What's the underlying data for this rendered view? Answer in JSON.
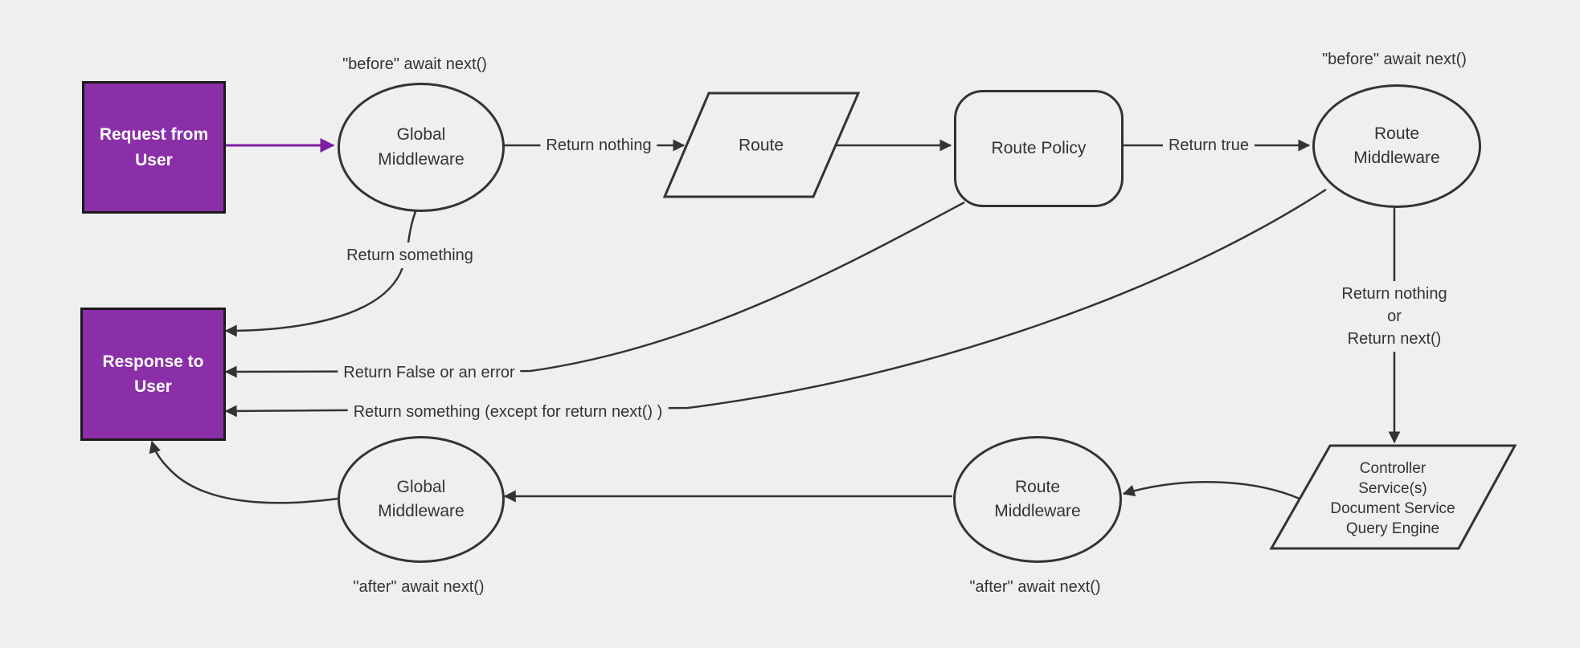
{
  "colors": {
    "background": "#efefef",
    "node_fill": "#efefef",
    "stroke": "#333333",
    "arrow": "#333333",
    "purple_arrow": "#7d21a1",
    "box_fill": "#8b2fa8",
    "box_border": "#1a1a1a",
    "box_text": "#ffffff",
    "label_text": "#333333"
  },
  "nodes": {
    "request": "Request from\nUser",
    "response": "Response to\nUser",
    "global_middleware_top": "Global\nMiddleware",
    "route": "Route",
    "route_policy": "Route Policy",
    "route_middleware_top": "Route\nMiddleware",
    "controller": "Controller\nService(s)\nDocument Service\nQuery Engine",
    "route_middleware_bottom": "Route\nMiddleware",
    "global_middleware_bottom": "Global\nMiddleware"
  },
  "edge_labels": {
    "before_left": "\"before\" await next()",
    "before_right": "\"before\" await next()",
    "return_nothing": "Return nothing",
    "return_true": "Return true",
    "return_something": "Return something",
    "return_false": "Return False or an error",
    "return_except": "Return something (except for return next() )",
    "return_nothing_or_next": "Return nothing\nor\nReturn next()",
    "after_left": "\"after\" await next()",
    "after_middle": "\"after\" await next()"
  }
}
